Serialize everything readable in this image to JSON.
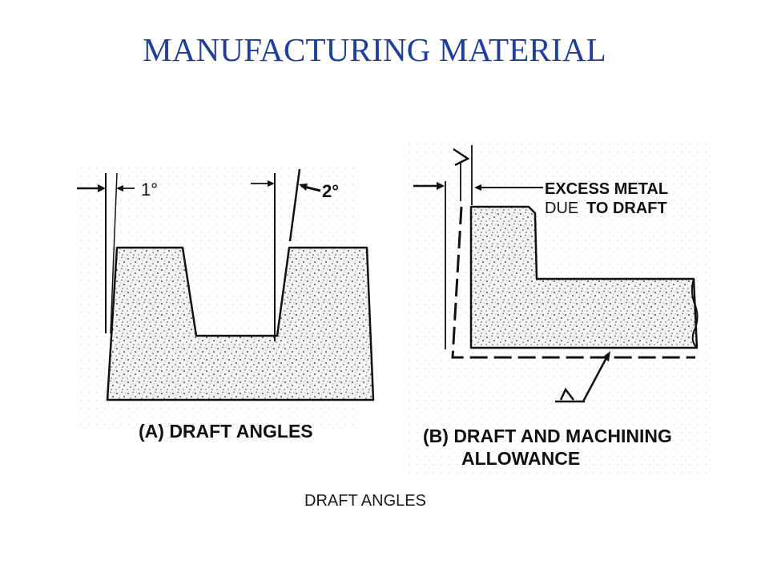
{
  "slide": {
    "title": "MANUFACTURING MATERIAL",
    "caption": "DRAFT ANGLES"
  },
  "figure": {
    "panel_a": {
      "label": "(A) DRAFT ANGLES",
      "angle_left": "1°",
      "angle_right": "2°"
    },
    "panel_b": {
      "label_line1": "(B) DRAFT AND MACHINING",
      "label_line2": "ALLOWANCE",
      "note_excess": "EXCESS METAL",
      "note_due": "DUE",
      "note_to_draft": "TO DRAFT"
    }
  },
  "colors": {
    "title": "#1f3fa0",
    "ink": "#111111",
    "speckle_bg": "#f2f2f2"
  }
}
